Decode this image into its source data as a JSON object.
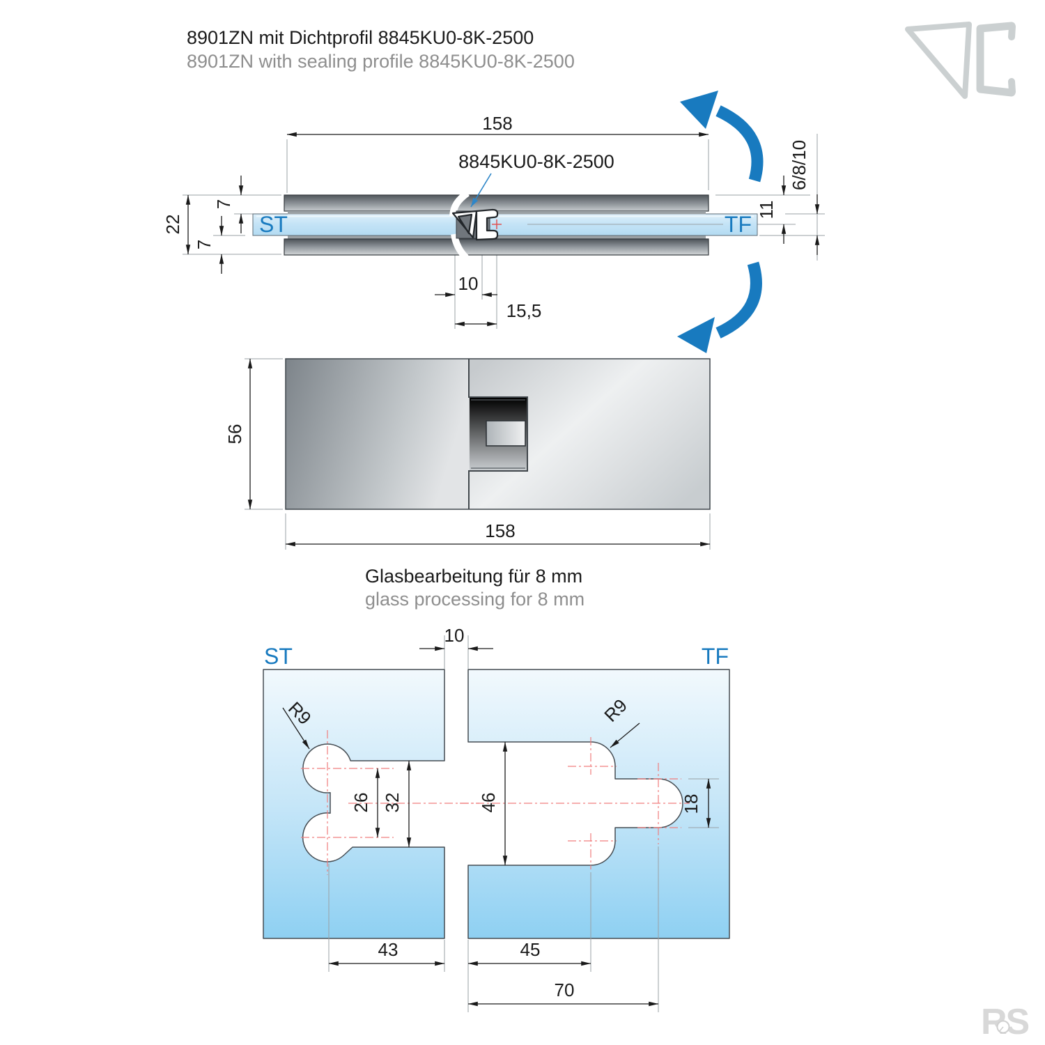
{
  "header": {
    "title_de": "8901ZN mit Dichtprofil 8845KU0-8K-2500",
    "title_en": "8901ZN with sealing profile 8845KU0-8K-2500"
  },
  "top_view": {
    "profile_label": "8845KU0-8K-2500",
    "label_st": "ST",
    "label_tf": "TF",
    "dim_width": "158",
    "dim_height": "22",
    "dim_plate_top": "7",
    "dim_plate_bottom": "7",
    "dim_gasket_width": "10",
    "dim_glass_to_center": "15,5",
    "dim_top_to_center": "11",
    "dim_glass_thickness": "6/8/10"
  },
  "front_view": {
    "dim_height": "56",
    "dim_width": "158"
  },
  "glass_section": {
    "title_de": "Glasbearbeitung für 8 mm",
    "title_en": "glass processing for 8 mm",
    "label_st": "ST",
    "label_tf": "TF",
    "dim_gap": "10",
    "st_radius": "R9",
    "tf_radius": "R9",
    "dim_hole_pitch": "26",
    "dim_st_notch": "32",
    "dim_tf_notch": "46",
    "dim_slot_height": "18",
    "dim_st_width": "43",
    "dim_tf_notch_width": "45",
    "dim_tf_total": "70"
  },
  "watermark": "RS",
  "colors": {
    "accent_blue": "#187abf",
    "leader_blue": "#2e86c8",
    "centerline_red": "#f07d7d",
    "glass_blue": "#bfe2f5"
  }
}
